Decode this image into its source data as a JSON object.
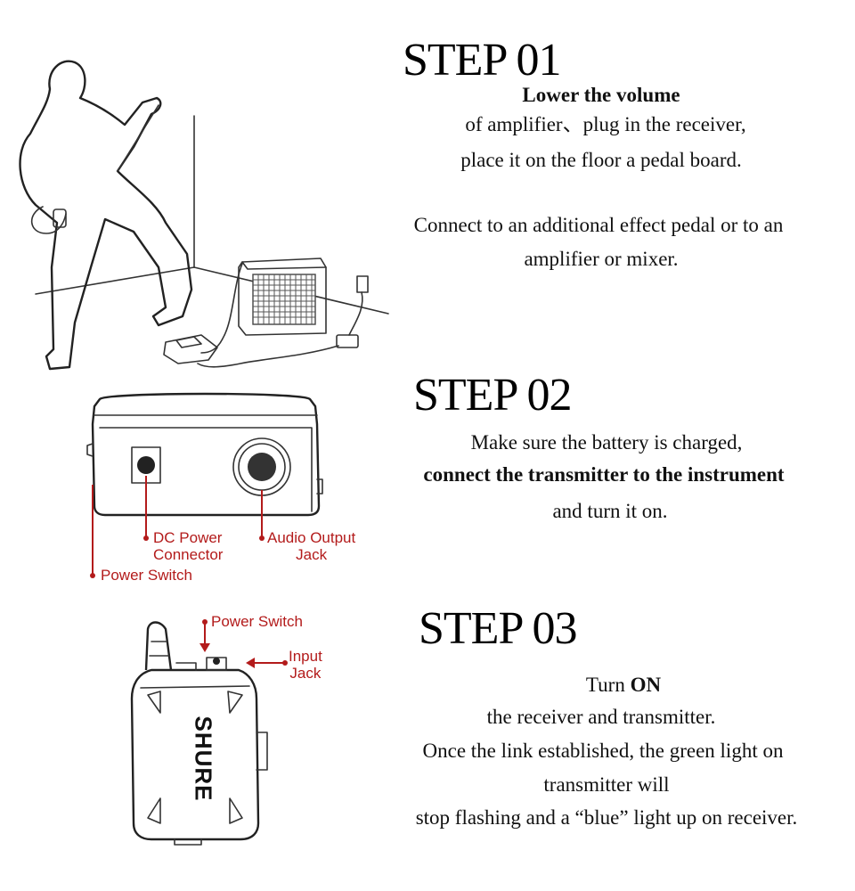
{
  "step1": {
    "title": "STEP 01",
    "line1": "Lower the volume",
    "line2": "of amplifier、plug in the receiver,",
    "line3": "place it on the floor a pedal board.",
    "line4": "Connect to an additional effect pedal or to an",
    "line5": "amplifier or mixer."
  },
  "step2": {
    "title": "STEP 02",
    "line1": "Make sure the battery is charged,",
    "line2": "connect the transmitter to the instrument",
    "line3": "and turn it on.",
    "labels": {
      "dc_power_1": "DC Power",
      "dc_power_2": "Connector",
      "audio_output_1": "Audio Output",
      "audio_output_2": "Jack",
      "power_switch": "Power Switch"
    }
  },
  "step3": {
    "title": "STEP 03",
    "line1_pre": "Turn ",
    "line1_bold": "ON",
    "line2": "the receiver and transmitter.",
    "line3": "Once the link established, the green light on",
    "line4": "transmitter will",
    "line5": "stop flashing and a “blue” light up on receiver.",
    "labels": {
      "power_switch": "Power Switch",
      "input_1": "Input",
      "input_2": "Jack"
    },
    "brand": "SHURE"
  },
  "colors": {
    "label_red": "#b31b1b",
    "text": "#111111"
  }
}
